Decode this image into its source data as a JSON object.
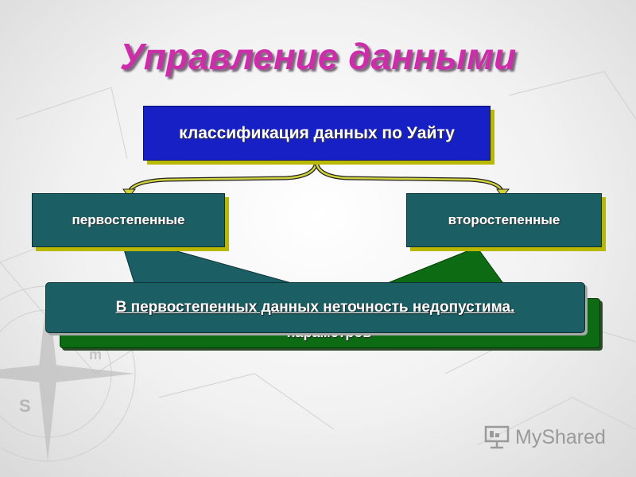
{
  "title": "Управление данными",
  "nodes": {
    "root": "классификация данных по Уайту",
    "primary": "первостепенные",
    "secondary": "второстепенные"
  },
  "back_panel_text": "параметров",
  "callout_text": "В первостепенных данных неточность недопустима.",
  "watermark": "MyShared",
  "colors": {
    "title": "#cc2da8",
    "root_box": "#1720c4",
    "child_box": "#1b5e64",
    "shadow": "#b8b800",
    "back_panel": "#0d6b14"
  }
}
